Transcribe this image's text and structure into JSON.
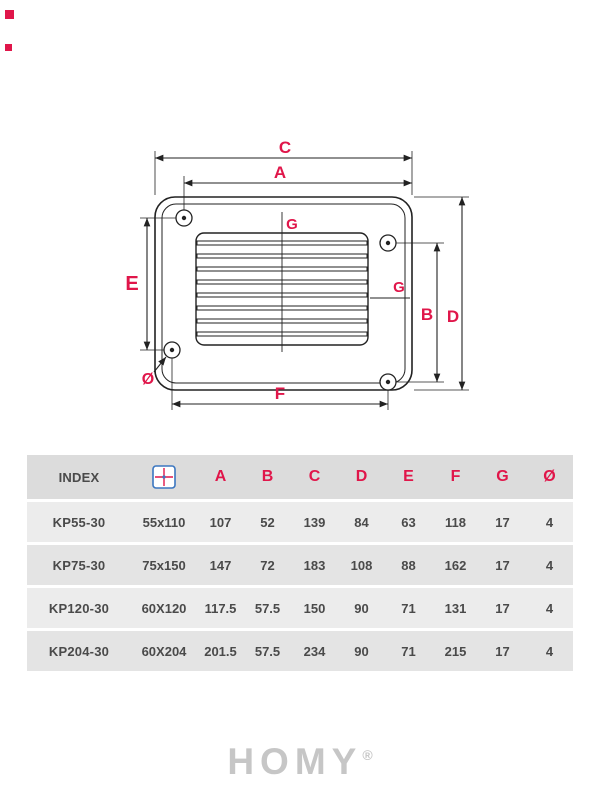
{
  "colors": {
    "accent": "#e0164a",
    "icon_blue": "#3b76c0",
    "line": "#222222",
    "logo_gray": "#c6c6c6"
  },
  "drawing": {
    "labels": {
      "total_width": "C",
      "top_hole_spacing": "A",
      "left_hole_spacing": "E",
      "hole_diameter": "Ø",
      "bottom_hole_spacing": "F",
      "center_top": "G",
      "edge_right": "G",
      "right_hole_spacing": "B",
      "total_height": "D"
    }
  },
  "table": {
    "index_header": "INDEX",
    "size_icon": "dimension-reference-icon",
    "dim_headers": [
      "A",
      "B",
      "C",
      "D",
      "E",
      "F",
      "G",
      "Ø"
    ],
    "rows": [
      {
        "index": "KP55-30",
        "size": "55x110",
        "values": [
          "107",
          "52",
          "139",
          "84",
          "63",
          "118",
          "17",
          "4"
        ]
      },
      {
        "index": "KP75-30",
        "size": "75x150",
        "values": [
          "147",
          "72",
          "183",
          "108",
          "88",
          "162",
          "17",
          "4"
        ]
      },
      {
        "index": "KP120-30",
        "size": "60X120",
        "values": [
          "117.5",
          "57.5",
          "150",
          "90",
          "71",
          "131",
          "17",
          "4"
        ]
      },
      {
        "index": "KP204-30",
        "size": "60X204",
        "values": [
          "201.5",
          "57.5",
          "234",
          "90",
          "71",
          "215",
          "17",
          "4"
        ]
      }
    ]
  },
  "logo": {
    "text": "HOMY",
    "registered": "®"
  }
}
